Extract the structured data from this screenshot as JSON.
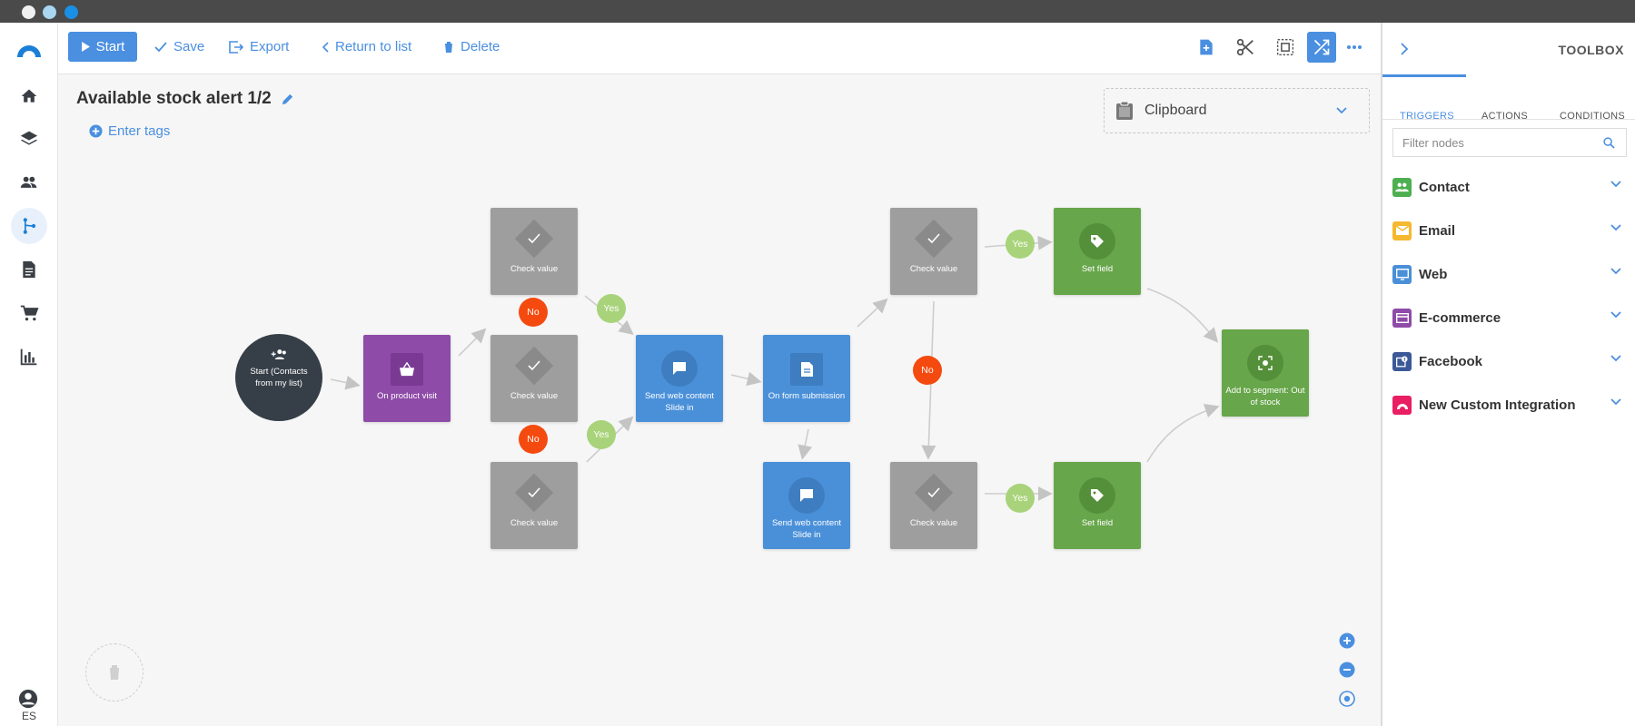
{
  "toolbar": {
    "start_label": "Start",
    "save_label": "Save",
    "export_label": "Export",
    "return_label": "Return to list",
    "delete_label": "Delete"
  },
  "flow": {
    "title": "Available stock alert 1/2",
    "tags_placeholder": "Enter tags",
    "clipboard_label": "Clipboard"
  },
  "nodes": {
    "start": "Start (Contacts from my list)",
    "product_visit": "On product visit",
    "check1": "Check value",
    "check2": "Check value",
    "check3": "Check value",
    "send_web1": "Send web content Slide in",
    "form_submission": "On form submission",
    "send_web2": "Send web content Slide in",
    "check4": "Check value",
    "check5": "Check value",
    "set_field1": "Set field",
    "set_field2": "Set field",
    "segment": "Add to segment: Out of stock"
  },
  "badges": {
    "no1": "No",
    "no2": "No",
    "no3": "No",
    "yes1": "Yes",
    "yes2": "Yes",
    "yes3": "Yes",
    "yes4": "Yes"
  },
  "sidebar": {
    "lang": "ES"
  },
  "toolbox": {
    "title": "TOOLBOX",
    "tabs": [
      "TRIGGERS",
      "ACTIONS",
      "CONDITIONS"
    ],
    "filter_placeholder": "Filter nodes",
    "categories": [
      {
        "label": "Contact",
        "color": "#4caf50"
      },
      {
        "label": "Email",
        "color": "#f5b82e"
      },
      {
        "label": "Web",
        "color": "#4a90d9"
      },
      {
        "label": "E-commerce",
        "color": "#8e4ba8"
      },
      {
        "label": "Facebook",
        "color": "#3b5998"
      },
      {
        "label": "New Custom Integration",
        "color": "#e91e63"
      }
    ]
  },
  "colors": {
    "accent": "#4a8fe0",
    "no": "#f54a0f",
    "yes": "#a8d37a"
  }
}
